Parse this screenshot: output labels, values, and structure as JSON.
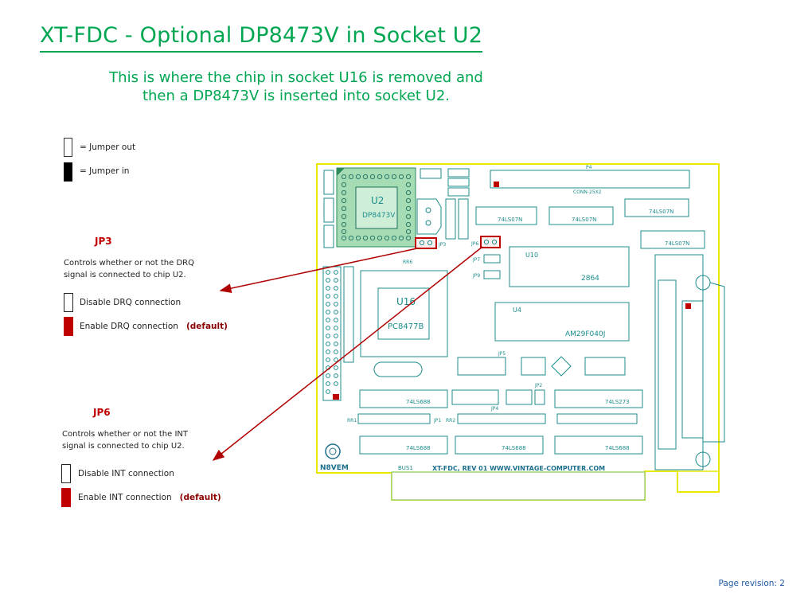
{
  "title": "XT-FDC  -  Optional DP8473V in Socket U2",
  "subtitle_line1": "This is where the chip in socket U16 is removed and",
  "subtitle_line2": "then a DP8473V is inserted into socket U2.",
  "legend": {
    "jumper_out": "= Jumper out",
    "jumper_in": "= Jumper in"
  },
  "jp3": {
    "heading": "JP3",
    "desc_line1": "Controls whether or not the DRQ",
    "desc_line2": "signal is connected to chip U2.",
    "disable_label": "Disable DRQ connection",
    "enable_label": "Enable DRQ connection",
    "default_tag": "(default)"
  },
  "jp6": {
    "heading": "JP6",
    "desc_line1": "Controls whether or not the INT",
    "desc_line2": "signal is connected to chip U2.",
    "disable_label": "Disable INT connection",
    "enable_label": "Enable INT connection",
    "default_tag": "(default)"
  },
  "board": {
    "u2_label": "U2",
    "u2_part": "DP8473V",
    "u16_label": "U16",
    "u16_part": "PC8477B",
    "u10_label": "U10",
    "u10_part": "2864",
    "u4_label": "U4",
    "u4_part": "AM29F040J",
    "u7_part": "74LS07N",
    "u5_part": "74LS07N",
    "u8_part": "74LS07N",
    "u11_part": "74LS07N",
    "u1_part": "74LS688",
    "u17_part": "74LS273",
    "u6_part": "74LS688",
    "u9_part": "74LS688",
    "u3_part": "74LS688",
    "p4_label": "P4",
    "conn_label": "CONN-25X2",
    "jp3_label": "JP3",
    "jp6_label": "JP6",
    "jp7_label": "JP7",
    "jp9_label": "JP9",
    "rr6_label": "RR6",
    "rr1_label": "RR1",
    "rr2_label": "RR2",
    "jp1_label": "JP1",
    "jp2_label": "JP2",
    "jp4_label": "JP4",
    "jp5_label": "JP5",
    "bus_label": "BUS1",
    "maker": "N8VEM",
    "footer": "XT-FDC, REV 01 WWW.VINTAGE-COMPUTER.COM"
  },
  "page_revision": "Page revision: 2",
  "colors": {
    "title_green": "#00a651",
    "highlight_red": "#c00000",
    "arrow_red": "#b00000",
    "board_outline": "#e8e800",
    "trace_teal": "#1c8c8c"
  }
}
